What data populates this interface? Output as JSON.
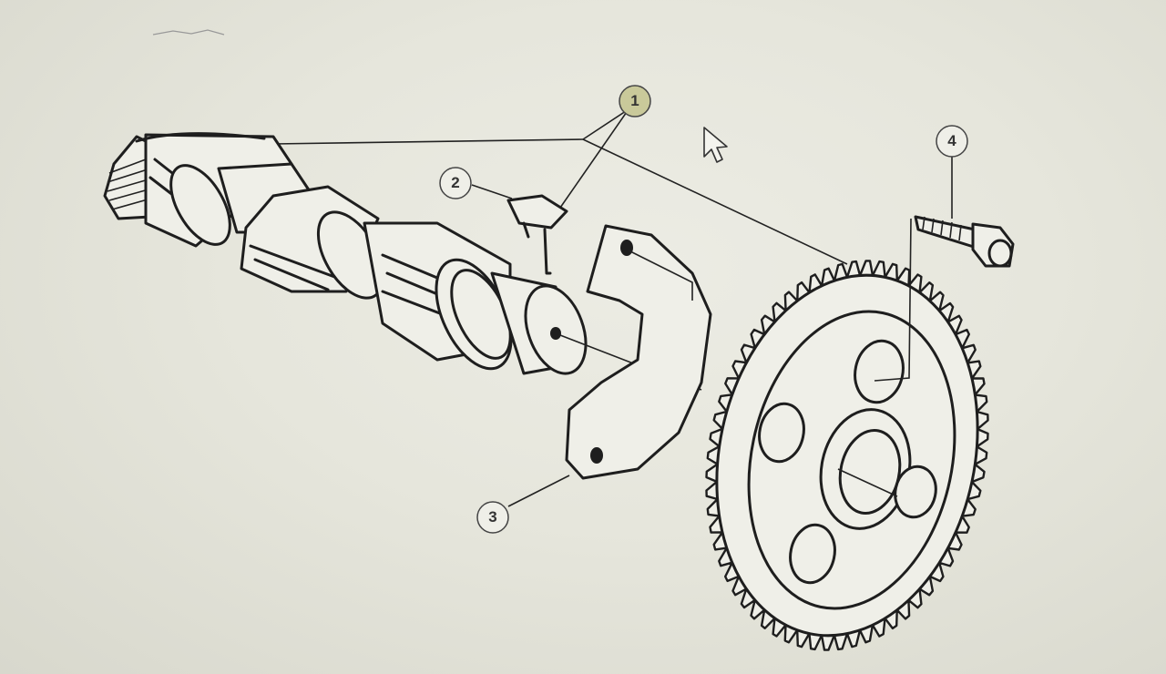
{
  "colors": {
    "background": "#e6e6dc",
    "ink": "#1e1e1e",
    "callout_highlight": "#c9c99a"
  },
  "callouts": [
    {
      "id": "1",
      "label": "1"
    },
    {
      "id": "2",
      "label": "2"
    },
    {
      "id": "3",
      "label": "3"
    },
    {
      "id": "4",
      "label": "4"
    }
  ],
  "parts": {
    "camshaft": "camshaft",
    "key": "woodruff-key",
    "plate": "thrust-plate",
    "gear": "camshaft-gear",
    "bolt": "gear-bolt"
  },
  "cursor_icon": "arrow-cursor-icon"
}
